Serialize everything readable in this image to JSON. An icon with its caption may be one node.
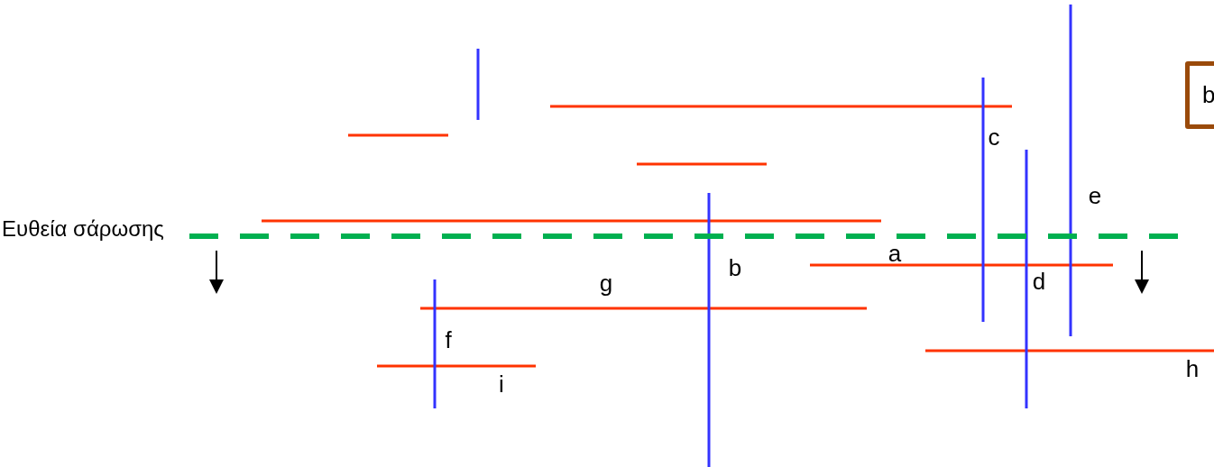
{
  "diagram": {
    "nodes": [
      {
        "text": [
          "b"
        ]
      }
    ],
    "labels": [
      "c",
      "e",
      "Ευθεία σάρωσης",
      "a",
      "b",
      "g",
      "d",
      "f",
      "h",
      "i"
    ]
  }
}
